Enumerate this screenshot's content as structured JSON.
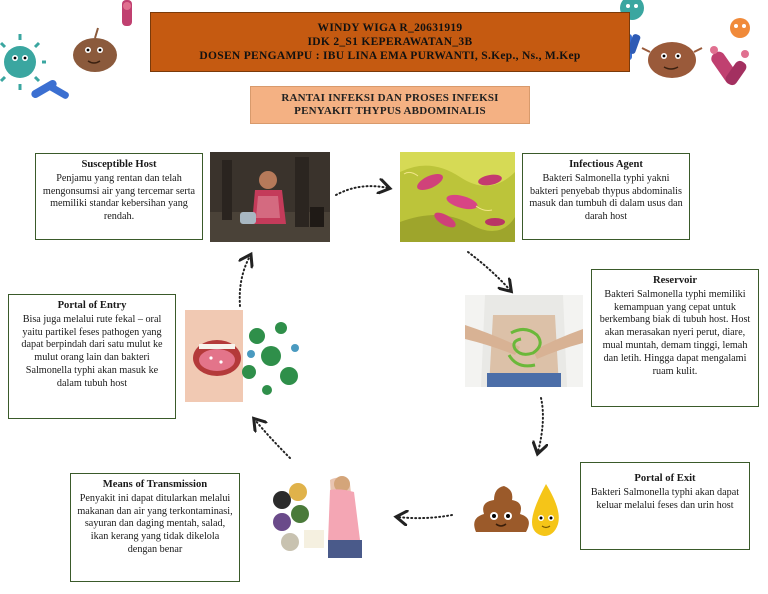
{
  "header": {
    "line1": "WINDY WIGA R_20631919",
    "line2": "IDK 2_S1 KEPERAWATAN_3B",
    "line3": "DOSEN PENGAMPU : IBU LINA EMA PURWANTI, S.Kep., Ns., M.Kep"
  },
  "subtitle": {
    "line1": "RANTAI INFEKSI DAN PROSES INFEKSI",
    "line2": "PENYAKIT THYPUS ABDOMINALIS"
  },
  "nodes": {
    "susceptible_host": {
      "title": "Susceptible Host",
      "text": "Penjamu yang rentan dan telah mengonsumsi air yang tercemar serta memiliki standar kebersihan yang rendah."
    },
    "infectious_agent": {
      "title": "Infectious Agent",
      "text": "Bakteri Salmonella typhi yakni bakteri penyebab thypus abdominalis masuk dan tumbuh di dalam usus dan darah host"
    },
    "reservoir": {
      "title": "Reservoir",
      "text": "Bakteri Salmonella typhi memiliki kemampuan yang cepat untuk berkembang biak di tubuh host. Host akan merasakan nyeri perut, diare, mual muntah, demam tinggi, lemah dan letih. Hingga dapat mengalami ruam kulit."
    },
    "portal_of_exit": {
      "title": "Portal of Exit",
      "text": "Bakteri Salmonella typhi akan dapat keluar melalui feses dan urin host"
    },
    "means_of_transmission": {
      "title": "Means of Transmission",
      "text": "Penyakit ini dapat ditularkan melalui makanan dan air yang terkontaminasi, sayuran dan daging mentah, salad, ikan kerang yang tidak dikelola dengan benar"
    },
    "portal_of_entry": {
      "title": "Portal of Entry",
      "text": "Bisa juga melalui rute fekal – oral yaitu partikel feses pathogen yang dapat berpindah dari satu mulut ke mulut orang lain dan bakteri Salmonella typhi akan masuk ke dalam tubuh host"
    }
  },
  "colors": {
    "header_bg": "#c55a11",
    "subtitle_bg": "#f4b183",
    "box_border": "#3a5a2a"
  }
}
